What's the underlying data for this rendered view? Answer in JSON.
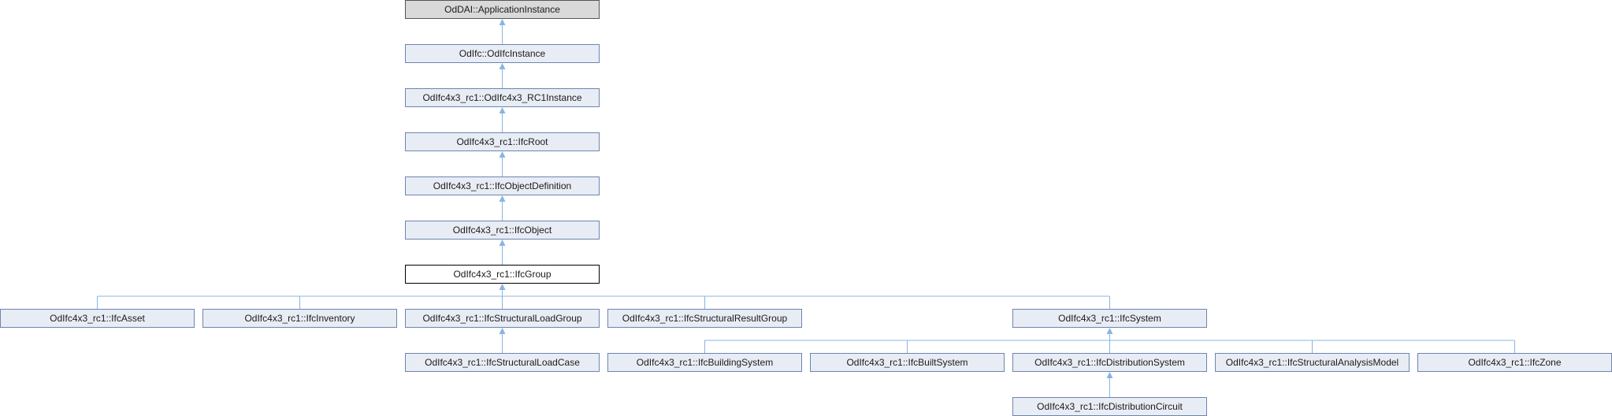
{
  "colors": {
    "edge": "#89b4e3",
    "node_fill": "#e8edf5",
    "node_border": "#6d85b0",
    "root_fill": "#d9d9d9",
    "current_border": "#000000"
  },
  "nodes": {
    "app_instance": "OdDAI::ApplicationInstance",
    "odifc_instance": "OdIfc::OdIfcInstance",
    "rc1_instance": "OdIfc4x3_rc1::OdIfc4x3_RC1Instance",
    "ifc_root": "OdIfc4x3_rc1::IfcRoot",
    "ifc_object_definition": "OdIfc4x3_rc1::IfcObjectDefinition",
    "ifc_object": "OdIfc4x3_rc1::IfcObject",
    "ifc_group": "OdIfc4x3_rc1::IfcGroup",
    "ifc_asset": "OdIfc4x3_rc1::IfcAsset",
    "ifc_inventory": "OdIfc4x3_rc1::IfcInventory",
    "ifc_structural_load_group": "OdIfc4x3_rc1::IfcStructuralLoadGroup",
    "ifc_structural_result_group": "OdIfc4x3_rc1::IfcStructuralResultGroup",
    "ifc_system": "OdIfc4x3_rc1::IfcSystem",
    "ifc_structural_load_case": "OdIfc4x3_rc1::IfcStructuralLoadCase",
    "ifc_building_system": "OdIfc4x3_rc1::IfcBuildingSystem",
    "ifc_built_system": "OdIfc4x3_rc1::IfcBuiltSystem",
    "ifc_distribution_system": "OdIfc4x3_rc1::IfcDistributionSystem",
    "ifc_structural_analysis_model": "OdIfc4x3_rc1::IfcStructuralAnalysisModel",
    "ifc_zone": "OdIfc4x3_rc1::IfcZone",
    "ifc_distribution_circuit": "OdIfc4x3_rc1::IfcDistributionCircuit"
  }
}
